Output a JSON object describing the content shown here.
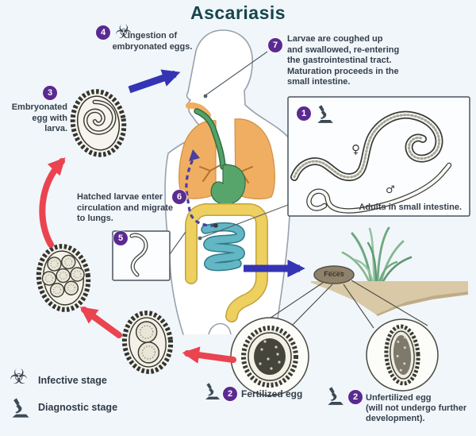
{
  "title": "Ascariasis",
  "steps": {
    "step1": {
      "number": "1",
      "caption": "Adults in small intestine."
    },
    "step2_fertilized": {
      "number": "2",
      "label": "Fertilized egg"
    },
    "step2_unfertilized": {
      "number": "2",
      "line1": "Unfertilized egg",
      "line2": "(will not undergo further",
      "line3": "development)."
    },
    "step3": {
      "number": "3",
      "line1": "Embryonated",
      "line2": "egg with",
      "line3": "larva."
    },
    "step4": {
      "number": "4",
      "line1": "Ingestion of",
      "line2": "embryonated eggs."
    },
    "step5": {
      "number": "5"
    },
    "step6": {
      "number": "6",
      "line1": "Hatched larvae enter",
      "line2": "circulation and migrate",
      "line3": "to lungs."
    },
    "step7": {
      "number": "7",
      "line1": "Larvae are coughed up",
      "line2": "and swallowed, re-entering",
      "line3": "the gastrointestinal tract.",
      "line4": "Maturation proceeds in the",
      "line5": "small intestine."
    }
  },
  "labels": {
    "feces": "Feces"
  },
  "legend": {
    "infective": "Infective stage",
    "diagnostic": "Diagnostic stage"
  },
  "icons": {
    "biohazard": "☣",
    "female": "♀",
    "male": "♂"
  },
  "colors": {
    "background": "#f1f6fa",
    "title": "#17454e",
    "text": "#333f4c",
    "step_circle": "#5b2a91",
    "red_arrow": "#ea4450",
    "blue_arrow": "#3534b5",
    "dashed_path": "#4a3fa0",
    "icon": "#3d4a55",
    "lungs": "#f0ae62",
    "digestive_green": "#55a168",
    "colon_yellow": "#edd05f",
    "small_intestine": "#63b7c4",
    "soil": "#d9c9a7",
    "grass": "#6fa87e",
    "feces": "#90826a"
  }
}
